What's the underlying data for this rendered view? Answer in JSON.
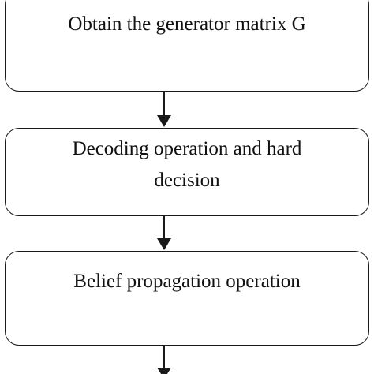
{
  "flowchart": {
    "steps": [
      {
        "label": "Obtain the generator matrix G"
      },
      {
        "label_line1": "Decoding operation and hard",
        "label_line2": "decision"
      },
      {
        "label": "Belief propagation operation"
      }
    ]
  },
  "colors": {
    "stroke": "#1a1a1a",
    "background": "#ffffff",
    "text": "#111111"
  }
}
